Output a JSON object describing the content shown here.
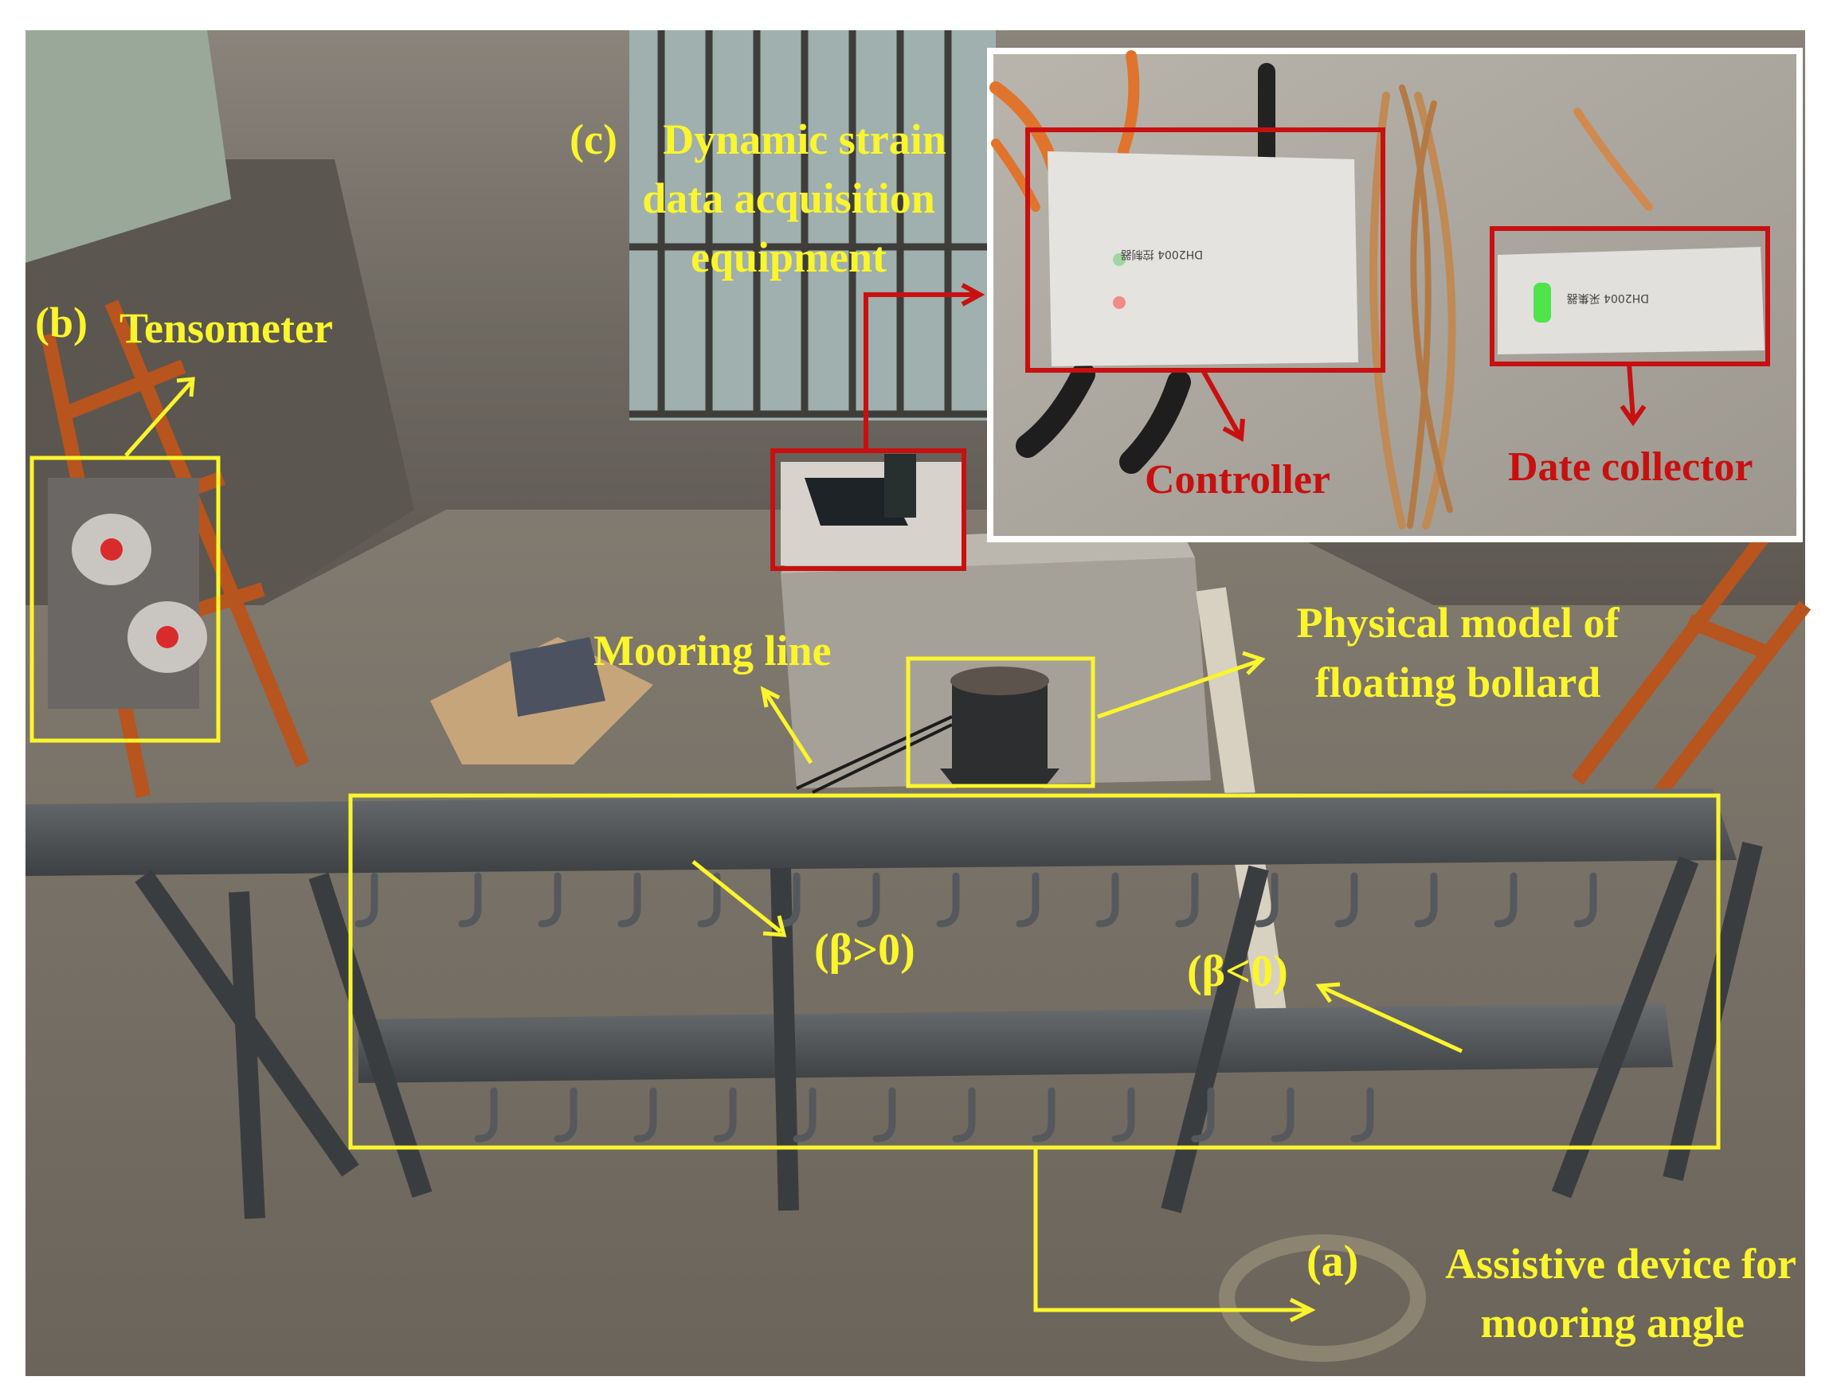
{
  "labels": {
    "a_marker": "(a)",
    "a_line1": "Assistive device for",
    "a_line2": "mooring angle",
    "b_marker": "(b)",
    "b_text": "Tensometer",
    "c_marker": "(c)",
    "c_line1": "Dynamic strain",
    "c_line2": "data acquisition",
    "c_line3": "equipment",
    "mooring_line": "Mooring line",
    "bollard_line1": "Physical model of",
    "bollard_line2": "floating bollard",
    "beta_pos": "(β>0)",
    "beta_neg": "(β<0)",
    "controller": "Controller",
    "date_collector": "Date collector"
  },
  "device_text": {
    "controller_model": "DH2004 控制器",
    "collector_model": "DH2004 采集器"
  },
  "colors": {
    "annotation_yellow": "#fbf52c",
    "annotation_red": "#c81010",
    "inset_border": "#ffffff"
  }
}
